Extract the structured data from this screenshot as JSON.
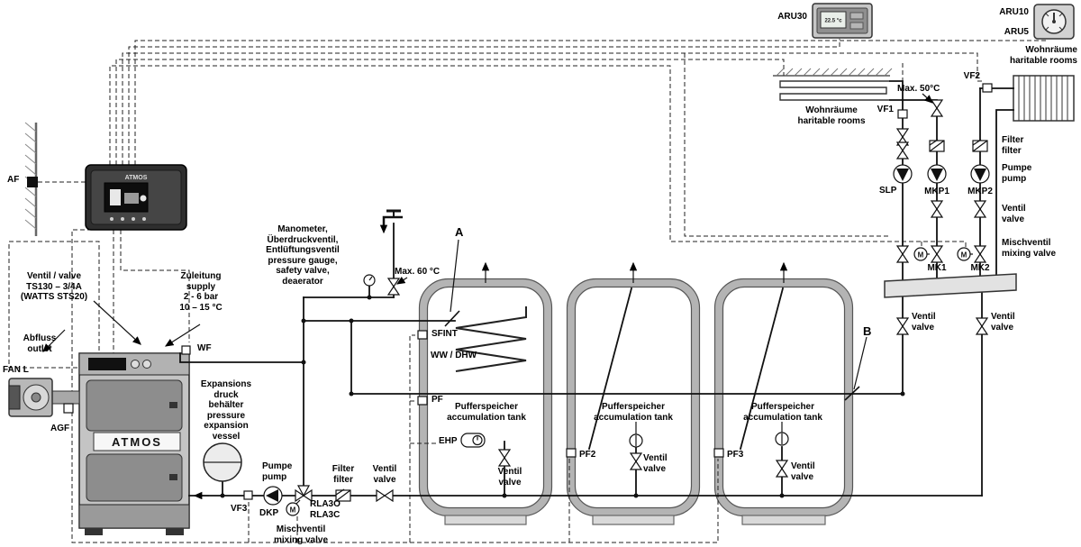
{
  "controllers": {
    "aru30": "ARU30",
    "aru10": "ARU10",
    "aru5": "ARU5",
    "aru30_display": "22.5 °c"
  },
  "rooms": {
    "label": "Wohnräume\nharitable rooms"
  },
  "sensors": {
    "af": "AF",
    "wf": "WF",
    "agf": "AGF",
    "vf1": "VF1",
    "vf2": "VF2",
    "vf3": "VF3",
    "sfint": "SFINT",
    "pf": "PF",
    "pf2": "PF2",
    "pf3": "PF3",
    "ehp": "EHP"
  },
  "pumps": {
    "dkp": "DKP",
    "slp": "SLP",
    "mkp1": "MKP1",
    "mkp2": "MKP2",
    "label": "Pumpe\npump"
  },
  "valves": {
    "mk1": "MK1",
    "mk2": "MK2",
    "rla3o": "RLA3O",
    "rla3c": "RLA3C",
    "valve_label": "Ventil\nvalve",
    "mixing_label": "Mischventil\nmixing valve",
    "motor": "M"
  },
  "boiler": {
    "brand": "ATMOS",
    "fan": "FAN L"
  },
  "tanks": {
    "label": "Pufferspeicher\naccumulation tank",
    "dhw": "WW / DHW"
  },
  "notes": {
    "ts_valve": "Ventil / valve\nTS130 – 3/4A\n(WATTS STS20)",
    "drain": "Abfluss\noutlet",
    "supply": "Zuleitung\nsupply\n2 - 6 bar\n10 – 15 °C",
    "safety": "Manometer,\nÜberdruckventil,\nEntlüftungsventil\npressure gauge,\nsafety valve,\ndeaerator",
    "expansion": "Expansions\ndruck\nbehälter\npressure\nexpansion\nvessel",
    "max60": "Max. 60 °C",
    "max50": "Max. 50°C",
    "filter": "Filter\nfilter",
    "section_a": "A",
    "section_b": "B"
  }
}
